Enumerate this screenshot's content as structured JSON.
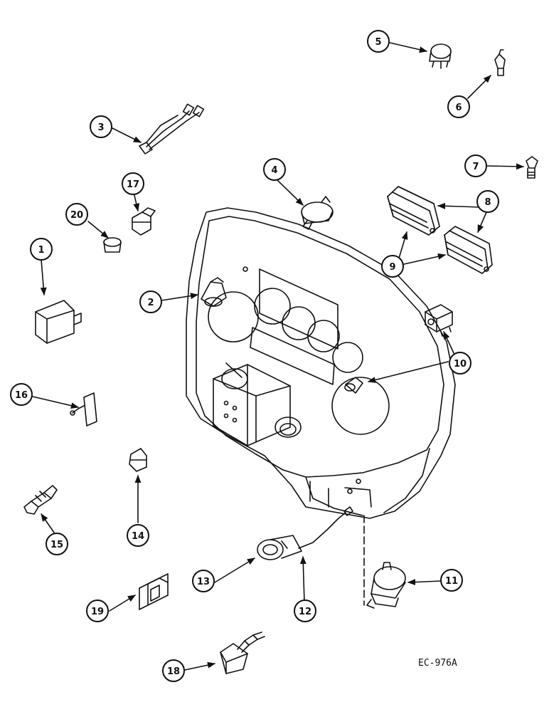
{
  "reference_code": "EC-976A",
  "callouts": [
    {
      "id": "c1",
      "label": "1"
    },
    {
      "id": "c2",
      "label": "2"
    },
    {
      "id": "c3",
      "label": "3"
    },
    {
      "id": "c4",
      "label": "4"
    },
    {
      "id": "c5",
      "label": "5"
    },
    {
      "id": "c6",
      "label": "6"
    },
    {
      "id": "c7",
      "label": "7"
    },
    {
      "id": "c8",
      "label": "8"
    },
    {
      "id": "c9",
      "label": "9"
    },
    {
      "id": "c10",
      "label": "10"
    },
    {
      "id": "c11",
      "label": "11"
    },
    {
      "id": "c12",
      "label": "12"
    },
    {
      "id": "c13",
      "label": "13"
    },
    {
      "id": "c14",
      "label": "14"
    },
    {
      "id": "c15",
      "label": "15"
    },
    {
      "id": "c16",
      "label": "16"
    },
    {
      "id": "c17",
      "label": "17"
    },
    {
      "id": "c18",
      "label": "18"
    },
    {
      "id": "c19",
      "label": "19"
    },
    {
      "id": "c20",
      "label": "20"
    }
  ]
}
